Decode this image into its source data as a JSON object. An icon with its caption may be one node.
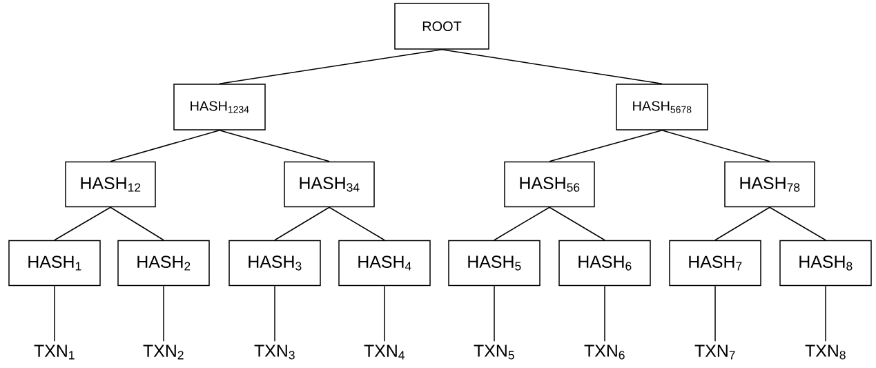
{
  "diagram": {
    "nodes": [
      {
        "text": [
          "ROOT"
        ]
      },
      {
        "text": [
          "HASH$_{1234}$"
        ]
      },
      {
        "text": [
          "HASH$_{5678}$"
        ]
      },
      {
        "text": [
          "HASH$_{12}$"
        ]
      },
      {
        "text": [
          "HASH$_{34}$"
        ]
      },
      {
        "text": [
          "HASH$_{56}$"
        ]
      },
      {
        "text": [
          "HASH$_{78}$"
        ]
      },
      {
        "text": [
          "HASH$_{1}$"
        ]
      },
      {
        "text": [
          "HASH$_{2}$"
        ]
      },
      {
        "text": [
          "HASH$_{3}$"
        ]
      },
      {
        "text": [
          "HASH$_{4}$"
        ]
      },
      {
        "text": [
          "HASH$_{5}$"
        ]
      },
      {
        "text": [
          "HASH$_{6}$"
        ]
      },
      {
        "text": [
          "HASH$_{7}$"
        ]
      },
      {
        "text": [
          "HASH$_{8}$"
        ]
      },
      {
        "text": [
          "TXN$_{1}$"
        ]
      },
      {
        "text": [
          "TXN$_{2}$"
        ]
      },
      {
        "text": [
          "TXN$_{3}$"
        ]
      },
      {
        "text": [
          "TXN$_{4}$"
        ]
      },
      {
        "text": [
          "TXN$_{5}$"
        ]
      },
      {
        "text": [
          "TXN$_{6}$"
        ]
      },
      {
        "text": [
          "TXN$_{7}$"
        ]
      },
      {
        "text": [
          "TXN$_{8}$"
        ]
      }
    ],
    "edges": [
      {
        "from": 0,
        "to": 1,
        "arrow": "none"
      },
      {
        "from": 0,
        "to": 2,
        "arrow": "none"
      },
      {
        "from": 1,
        "to": 3,
        "arrow": "none"
      },
      {
        "from": 1,
        "to": 4,
        "arrow": "none"
      },
      {
        "from": 2,
        "to": 5,
        "arrow": "none"
      },
      {
        "from": 2,
        "to": 6,
        "arrow": "none"
      },
      {
        "from": 3,
        "to": 7,
        "arrow": "none"
      },
      {
        "from": 3,
        "to": 8,
        "arrow": "none"
      },
      {
        "from": 4,
        "to": 9,
        "arrow": "none"
      },
      {
        "from": 4,
        "to": 10,
        "arrow": "none"
      },
      {
        "from": 5,
        "to": 11,
        "arrow": "none"
      },
      {
        "from": 5,
        "to": 12,
        "arrow": "none"
      },
      {
        "from": 6,
        "to": 13,
        "arrow": "none"
      },
      {
        "from": 6,
        "to": 14,
        "arrow": "none"
      },
      {
        "from": 7,
        "to": 15,
        "arrow": "none"
      },
      {
        "from": 8,
        "to": 16,
        "arrow": "none"
      },
      {
        "from": 9,
        "to": 17,
        "arrow": "none"
      },
      {
        "from": 10,
        "to": 18,
        "arrow": "none"
      },
      {
        "from": 11,
        "to": 19,
        "arrow": "none"
      },
      {
        "from": 12,
        "to": 20,
        "arrow": "none"
      },
      {
        "from": 13,
        "to": 21,
        "arrow": "none"
      },
      {
        "from": 14,
        "to": 22,
        "arrow": "none"
      }
    ]
  }
}
